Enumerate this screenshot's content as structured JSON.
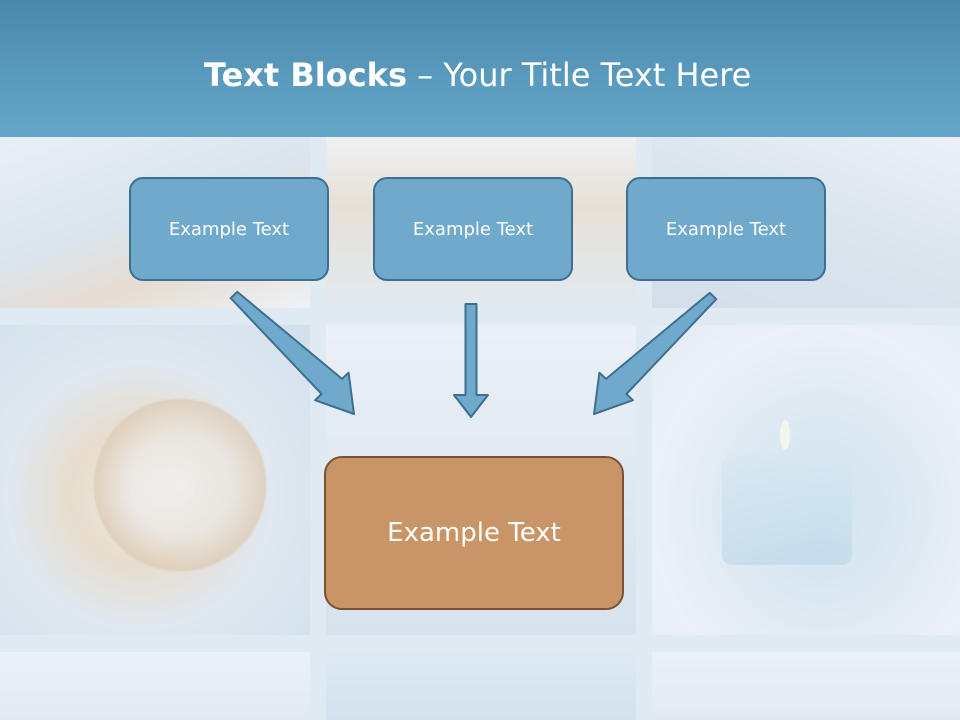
{
  "header": {
    "title_bold": "Text Blocks",
    "title_sep": " – ",
    "title_rest": "Your Title Text Here"
  },
  "diagram": {
    "sources": [
      {
        "label": "Example Text"
      },
      {
        "label": "Example Text"
      },
      {
        "label": "Example Text"
      }
    ],
    "target": {
      "label": "Example Text"
    }
  },
  "colors": {
    "header": "#5b9bbf",
    "source_fill": "#6fa9cc",
    "source_border": "#3e6f8f",
    "target_fill": "#c99566",
    "target_border": "#7a5232",
    "arrow_fill": "#6fa9cc",
    "arrow_stroke": "#3e6f8f"
  }
}
